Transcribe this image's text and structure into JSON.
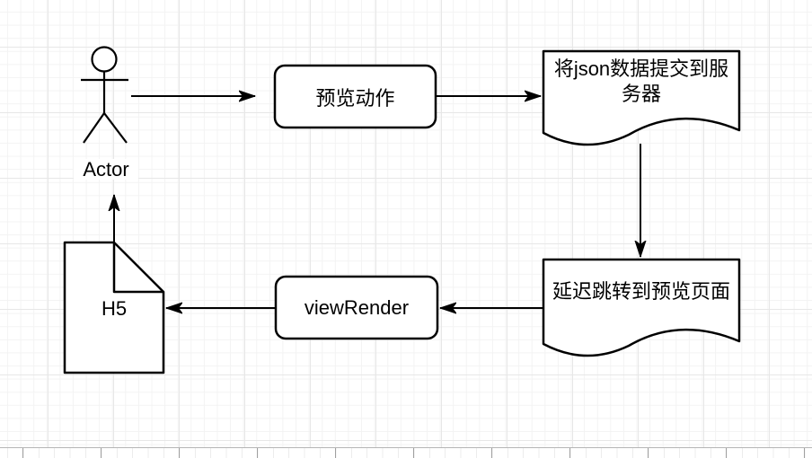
{
  "diagram": {
    "type": "flowchart",
    "nodes": {
      "actor": {
        "label": "Actor",
        "shape": "stick-figure"
      },
      "preview_action": {
        "label": "预览动作",
        "shape": "rounded-rectangle"
      },
      "submit_json": {
        "label": "将json数据提交到服务器",
        "lines": [
          "将json数据提交到服",
          "务器"
        ],
        "shape": "document"
      },
      "delay_redirect": {
        "label": "延迟跳转到预览页面",
        "shape": "document"
      },
      "view_render": {
        "label": "viewRender",
        "shape": "rounded-rectangle"
      },
      "h5": {
        "label": "H5",
        "shape": "note-folded-corner"
      }
    },
    "edges": [
      {
        "from": "actor",
        "to": "preview_action"
      },
      {
        "from": "preview_action",
        "to": "submit_json"
      },
      {
        "from": "submit_json",
        "to": "delay_redirect"
      },
      {
        "from": "delay_redirect",
        "to": "view_render"
      },
      {
        "from": "view_render",
        "to": "h5"
      },
      {
        "from": "h5",
        "to": "actor"
      }
    ],
    "colors": {
      "stroke": "#000000",
      "shape_fill": "#ffffff",
      "grid_minor": "#f3f3f3",
      "grid_major": "#e7e7e7",
      "page_edge_line": "#b5b5b5"
    }
  }
}
